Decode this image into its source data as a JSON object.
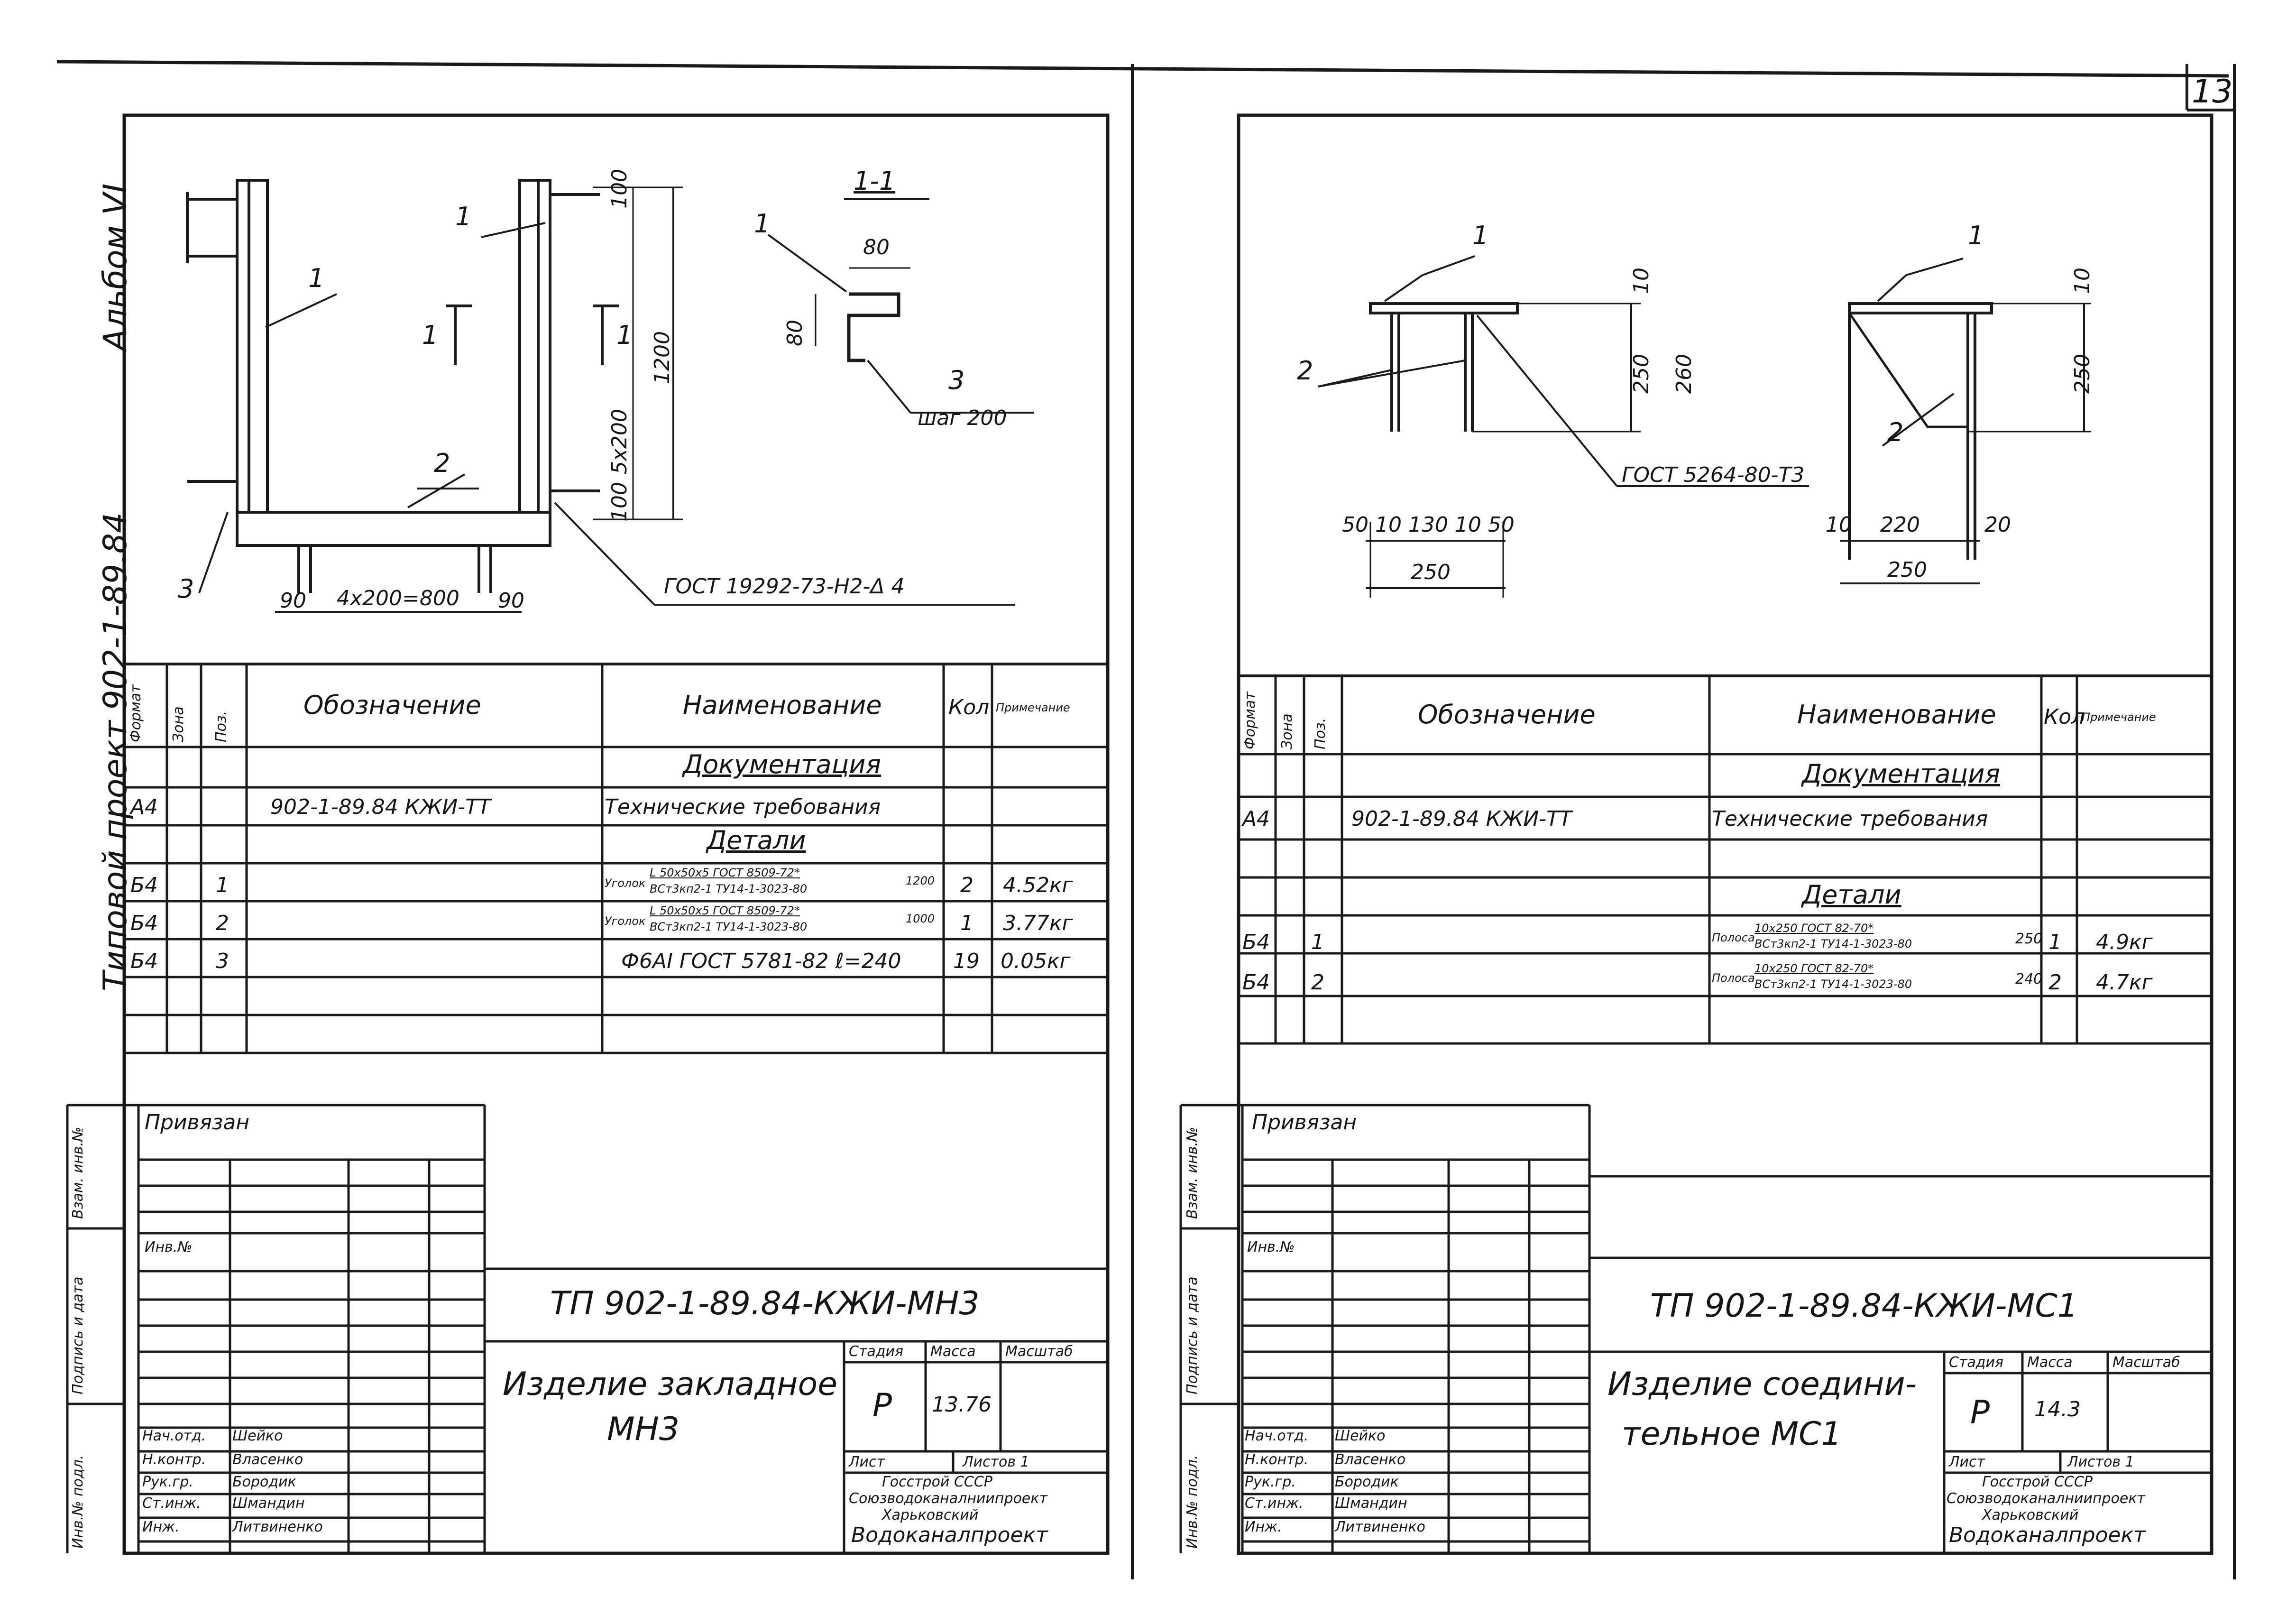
{
  "page_number": "13",
  "left_margin": {
    "album": "Альбом VI",
    "project": "Типовой проект 902-1-89.84"
  },
  "stamp_side_labels": [
    "Инв.№ подл.",
    "Подпись и дата",
    "Взам. инв.№"
  ],
  "left_sheet": {
    "drawing": {
      "section_label": "1-1",
      "section_marker": "1",
      "leaders": [
        "1",
        "1",
        "2",
        "3",
        "1",
        "3"
      ],
      "dims": {
        "d100": "100",
        "d5x200": "5х200",
        "d1200": "1200",
        "d100b": "100",
        "d90a": "90",
        "d4x200": "4х200=800",
        "d90b": "90",
        "d80a": "80",
        "d80b": "80",
        "step": "шаг 200"
      },
      "weld_note": "ГОСТ 19292-73-Н2-Δ 4"
    },
    "spec": {
      "headers": [
        "Формат",
        "Зона",
        "Поз.",
        "Обозначение",
        "Наименование",
        "Кол",
        "Примечание"
      ],
      "section_doc": "Документация",
      "doc_row": {
        "format": "А4",
        "designation": "902-1-89.84 КЖИ-ТТ",
        "name": "Технические требования"
      },
      "section_parts": "Детали",
      "rows": [
        {
          "format": "Б4",
          "pos": "1",
          "name_prefix": "Уголок",
          "name_top": "L 50х50х5 ГОСТ 8509-72*",
          "name_bottom": "ВСт3кп2-1 ТУ14-1-3023-80",
          "length": "1200",
          "qty": "2",
          "note": "4.52кг"
        },
        {
          "format": "Б4",
          "pos": "2",
          "name_prefix": "Уголок",
          "name_top": "L 50х50х5 ГОСТ 8509-72*",
          "name_bottom": "ВСт3кп2-1 ТУ14-1-3023-80",
          "length": "1000",
          "qty": "1",
          "note": "3.77кг"
        },
        {
          "format": "Б4",
          "pos": "3",
          "name": "Ф6АI ГОСТ 5781-82 ℓ=240",
          "qty": "19",
          "note": "0.05кг"
        }
      ]
    },
    "binding": {
      "attached": "Привязан",
      "inv_no": "Инв.№"
    },
    "title_block": {
      "doc_code": "ТП 902-1-89.84-КЖИ-МН3",
      "name_line1": "Изделие закладное",
      "name_line2": "МН3",
      "stage_label": "Стадия",
      "mass_label": "Масса",
      "scale_label": "Масштаб",
      "stage": "Р",
      "mass": "13.76",
      "sheet_label": "Лист",
      "sheets_label": "Листов 1",
      "org1": "Госстрой СССР",
      "org2": "Союзводоканалниипроект",
      "org3": "Харьковский",
      "org4": "Водоканалпроект",
      "staff": [
        {
          "role": "Нач.отд.",
          "name": "Шейко"
        },
        {
          "role": "Н.контр.",
          "name": "Власенко"
        },
        {
          "role": "Рук.гр.",
          "name": "Бородик"
        },
        {
          "role": "Ст.инж.",
          "name": "Шмандин"
        },
        {
          "role": "Инж.",
          "name": "Литвиненко"
        }
      ]
    }
  },
  "right_sheet": {
    "drawing": {
      "leaders": [
        "1",
        "1",
        "2",
        "2"
      ],
      "dims": {
        "d10a": "10",
        "d250": "250",
        "d260": "260",
        "d10b": "10",
        "d250b": "250",
        "bottom_a": "50  10  130  10  50",
        "total_a": "250",
        "d10c": "10",
        "d220": "220",
        "d20": "20",
        "total_b": "250"
      },
      "weld_note": "ГОСТ 5264-80-Т3"
    },
    "spec": {
      "headers": [
        "Формат",
        "Зона",
        "Поз.",
        "Обозначение",
        "Наименование",
        "Кол",
        "Примечание"
      ],
      "section_doc": "Документация",
      "doc_row": {
        "format": "А4",
        "designation": "902-1-89.84 КЖИ-ТТ",
        "name": "Технические требования"
      },
      "section_parts": "Детали",
      "rows": [
        {
          "format": "Б4",
          "pos": "1",
          "name_prefix": "Полоса",
          "name_top": "10х250 ГОСТ 82-70*",
          "name_bottom": "ВСт3кп2-1 ТУ14-1-3023-80",
          "length": "250",
          "qty": "1",
          "note": "4.9кг"
        },
        {
          "format": "Б4",
          "pos": "2",
          "name_prefix": "Полоса",
          "name_top": "10х250 ГОСТ 82-70*",
          "name_bottom": "ВСт3кп2-1 ТУ14-1-3023-80",
          "length": "240",
          "qty": "2",
          "note": "4.7кг"
        }
      ]
    },
    "binding": {
      "attached": "Привязан",
      "inv_no": "Инв.№"
    },
    "title_block": {
      "doc_code": "ТП 902-1-89.84-КЖИ-МС1",
      "name_line1": "Изделие соедини-",
      "name_line2": "тельное МС1",
      "stage_label": "Стадия",
      "mass_label": "Масса",
      "scale_label": "Масштаб",
      "stage": "Р",
      "mass": "14.3",
      "sheet_label": "Лист",
      "sheets_label": "Листов 1",
      "org1": "Госстрой СССР",
      "org2": "Союзводоканалниипроект",
      "org3": "Харьковский",
      "org4": "Водоканалпроект",
      "staff": [
        {
          "role": "Нач.отд.",
          "name": "Шейко"
        },
        {
          "role": "Н.контр.",
          "name": "Власенко"
        },
        {
          "role": "Рук.гр.",
          "name": "Бородик"
        },
        {
          "role": "Ст.инж.",
          "name": "Шмандин"
        },
        {
          "role": "Инж.",
          "name": "Литвиненко"
        }
      ]
    }
  }
}
